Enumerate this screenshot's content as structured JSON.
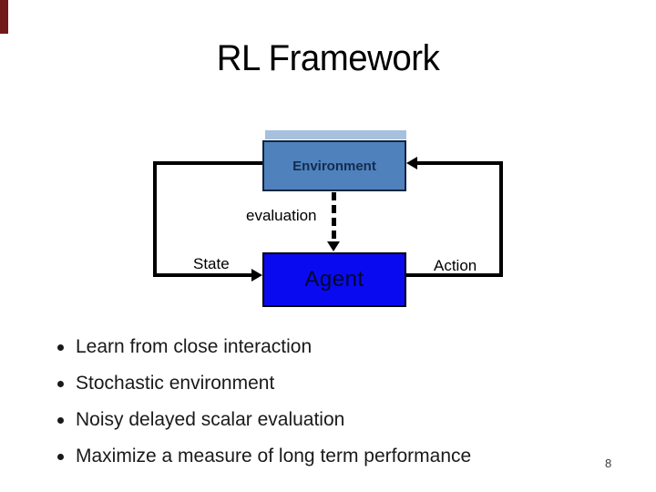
{
  "slide": {
    "title": "RL Framework",
    "page_number": "8"
  },
  "diagram": {
    "environment_label": "Environment",
    "evaluation_label": "evaluation",
    "state_label": "State",
    "agent_label": "Agent",
    "action_label": "Action"
  },
  "bullets": {
    "items": [
      "Learn from close interaction",
      "Stochastic environment",
      "Noisy delayed scalar evaluation",
      "Maximize a measure of long term performance"
    ]
  },
  "colors": {
    "accent_bar": "#701A1A",
    "environment_fill": "#4F81BD",
    "environment_border": "#10253F",
    "environment_text": "#142C4D",
    "agent_fill": "#0A0AF0",
    "agent_border": "#000000",
    "agent_text": "#00082A",
    "connector": "#000000",
    "body_text": "#1A1A1A"
  }
}
